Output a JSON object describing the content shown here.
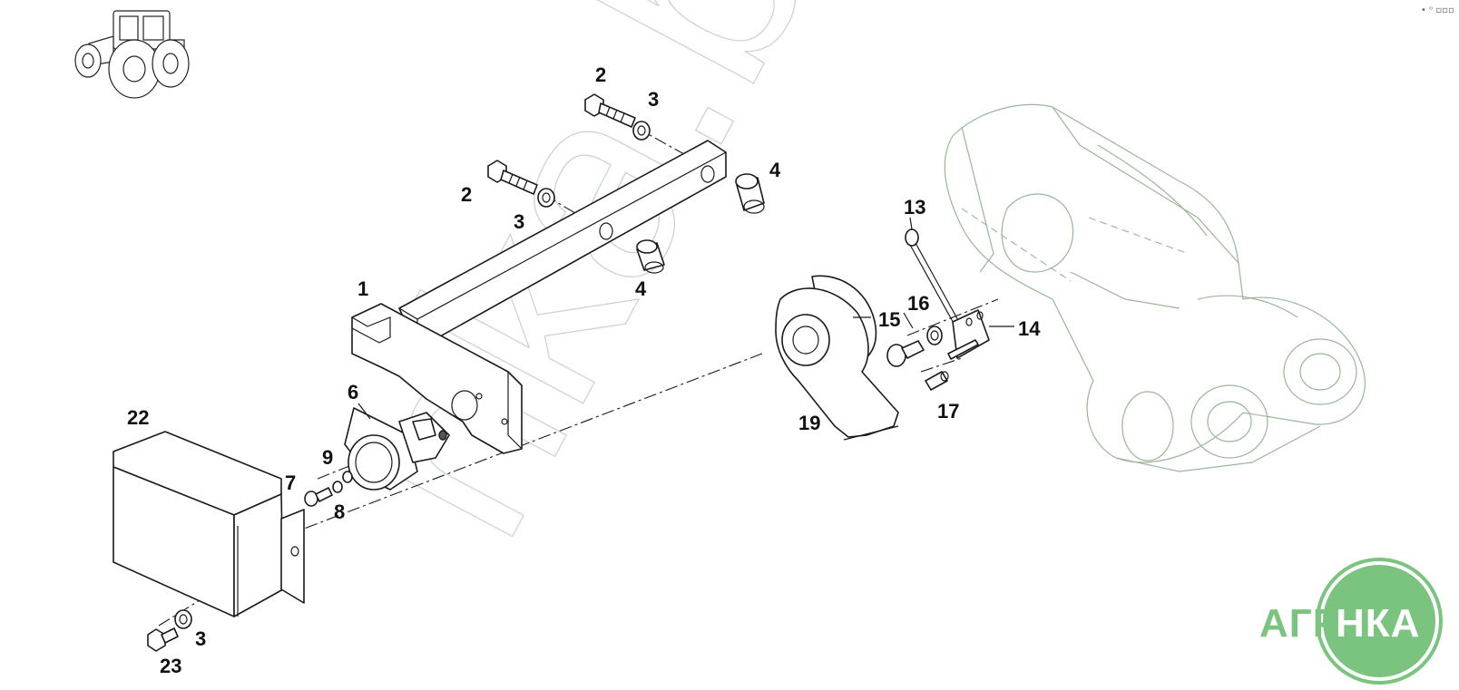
{
  "diagram": {
    "callouts": [
      {
        "id": "c-2a",
        "label": "2"
      },
      {
        "id": "c-3a",
        "label": "3"
      },
      {
        "id": "c-2b",
        "label": "2"
      },
      {
        "id": "c-3b",
        "label": "3"
      },
      {
        "id": "c-4a",
        "label": "4"
      },
      {
        "id": "c-4b",
        "label": "4"
      },
      {
        "id": "c-1",
        "label": "1"
      },
      {
        "id": "c-13",
        "label": "13"
      },
      {
        "id": "c-16",
        "label": "16"
      },
      {
        "id": "c-15",
        "label": "15"
      },
      {
        "id": "c-14",
        "label": "14"
      },
      {
        "id": "c-6",
        "label": "6"
      },
      {
        "id": "c-22",
        "label": "22"
      },
      {
        "id": "c-9",
        "label": "9"
      },
      {
        "id": "c-7",
        "label": "7"
      },
      {
        "id": "c-8",
        "label": "8"
      },
      {
        "id": "c-17",
        "label": "17"
      },
      {
        "id": "c-19",
        "label": "19"
      },
      {
        "id": "c-3c",
        "label": "3"
      },
      {
        "id": "c-23",
        "label": "23"
      }
    ]
  },
  "watermark": {
    "text": "nka.by"
  },
  "logo": {
    "left": "АГРО",
    "right": "НКА",
    "color": "#7bc47f"
  },
  "corner_mark": {
    "text": "• ᵒ ▫▫▫"
  }
}
